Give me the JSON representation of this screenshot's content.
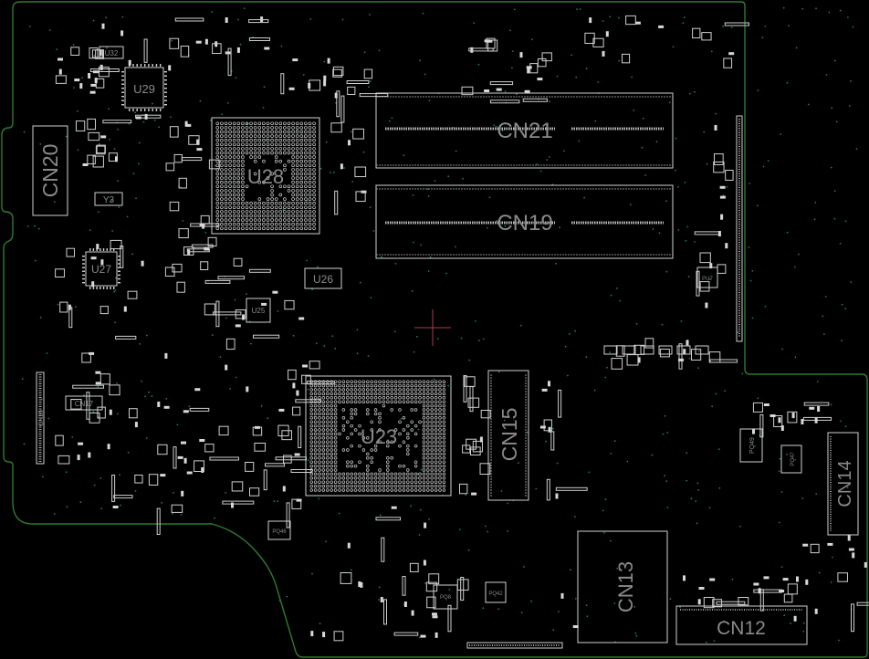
{
  "colors": {
    "background": "#000000",
    "board_outline": "#2f7a2f",
    "component_outline": "#cfcfcf",
    "label": "#8a8a8a",
    "via": "#1f7a6a",
    "crosshair": "#b03a4a"
  },
  "components": {
    "cn21": "CN21",
    "cn19": "CN19",
    "cn20": "CN20",
    "cn15": "CN15",
    "cn14": "CN14",
    "cn13": "CN13",
    "cn12": "CN12",
    "cn17": "CN17",
    "cn16": "CN16",
    "u28": "U28",
    "u23": "U23",
    "u29": "U29",
    "u27": "U27",
    "u26": "U26",
    "u25": "U25",
    "u32": "U32",
    "y3": "Y3",
    "pq49": "PQ49",
    "pq46": "PQ46",
    "pq47": "PQ47",
    "pq42": "PQ42",
    "pq8": "PQ8",
    "pu7": "PU7"
  }
}
